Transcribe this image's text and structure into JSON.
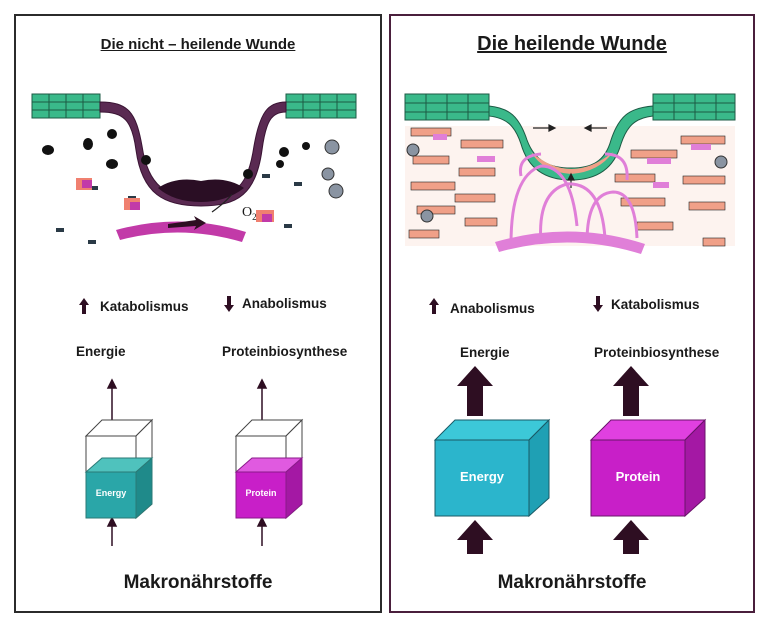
{
  "left": {
    "title": "Die nicht – heilende Wunde",
    "label_1": "Katabolismus",
    "label_2": "Anabolismus",
    "sub_1": "Energie",
    "sub_2": "Proteinbiosynthese",
    "cube_1": "Energy",
    "cube_2": "Protein",
    "oxygen": "O",
    "oxygen_sub": "2",
    "footer": "Makronährstoffe"
  },
  "right": {
    "title": "Die heilende Wunde",
    "label_1": "Anabolismus",
    "label_2": "Katabolismus",
    "sub_1": "Energie",
    "sub_2": "Proteinbiosynthese",
    "cube_1": "Energy",
    "cube_2": "Protein",
    "footer": "Makronährstoffe"
  },
  "colors": {
    "epithelium": "#3ab98a",
    "tissue": "#f0a088",
    "vessel": "#c23aa8",
    "vessel_light": "#e07fd8",
    "energy": "#2aa6a8",
    "energy_bright": "#2bb5cc",
    "protein": "#c81fc8",
    "arrow_dark": "#2e0e22"
  }
}
